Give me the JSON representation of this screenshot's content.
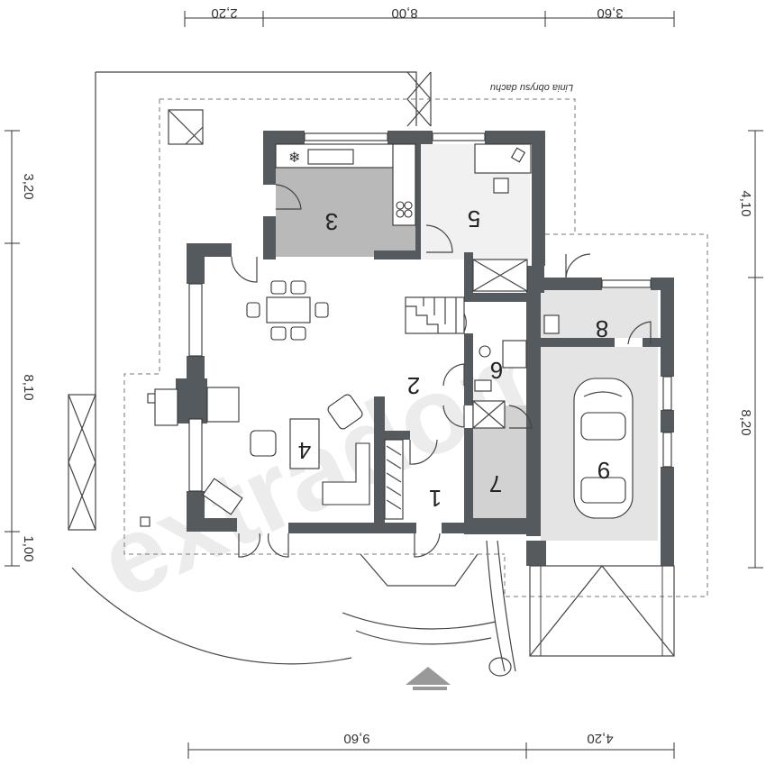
{
  "dimensions": {
    "top": [
      "2,20",
      "8,00",
      "3,60"
    ],
    "bottom": [
      "9,60",
      "4,20"
    ],
    "left": [
      "3,20",
      "8,10",
      "1,00"
    ],
    "right": [
      "4,10",
      "8,20"
    ]
  },
  "roof_note": "Linia obrysu dachu",
  "rooms": [
    "1",
    "2",
    "3",
    "4",
    "5",
    "6",
    "7",
    "8",
    "9"
  ],
  "watermark": "extradom"
}
